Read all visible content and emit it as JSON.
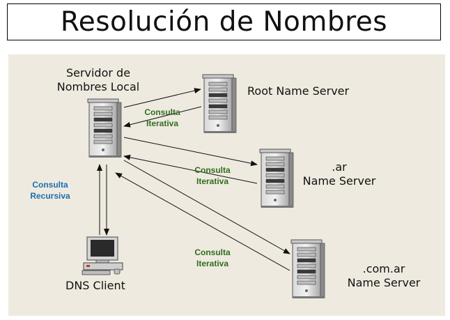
{
  "title": "Resolución de Nombres",
  "nodes": {
    "local_server": {
      "line1": "Servidor de",
      "line2": "Nombres Local"
    },
    "root_server": {
      "label": "Root Name Server"
    },
    "ar_server": {
      "line1": ".ar",
      "line2": "Name Server"
    },
    "comar_server": {
      "line1": ".com.ar",
      "line2": "Name Server"
    },
    "client": {
      "label": "DNS Client"
    }
  },
  "queries": {
    "iterative_1": {
      "line1": "Consulta",
      "line2": "Iterativa"
    },
    "iterative_2": {
      "line1": "Consulta",
      "line2": "Iterativa"
    },
    "iterative_3": {
      "line1": "Consulta",
      "line2": "Iterativa"
    },
    "recursive": {
      "line1": "Consulta",
      "line2": "Recursiva"
    }
  },
  "colors": {
    "background": "#efeae0",
    "iterative_text": "#2f6e1e",
    "recursive_text": "#1b6fb0"
  },
  "icons": [
    "server-tower-icon",
    "desktop-computer-icon"
  ]
}
